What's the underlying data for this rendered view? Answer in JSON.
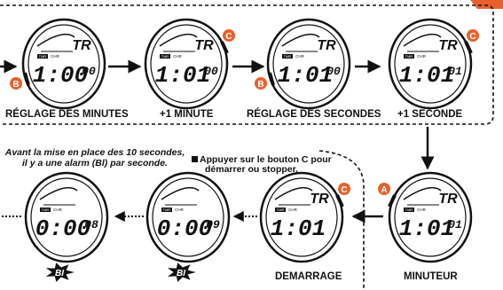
{
  "colors": {
    "accent": "#e8612c",
    "ink": "#111111",
    "lcd": "#ffffff"
  },
  "captions": {
    "minutes_setting": "RÉGLAGE DES MINUTES",
    "plus_one_minute": "+1 MINUTE",
    "seconds_setting": "RÉGLAGE DES SECONDES",
    "plus_one_second": "+1 SECONDE",
    "start": "DEMARRAGE",
    "timer": "MINUTEUR"
  },
  "notes": {
    "countdown_alarm_line1": "Avant la mise en place des 10 secondes,",
    "countdown_alarm_line2": "il y a une alarm (Bl) par seconde.",
    "button_c_line1": "Appuyer sur le bouton C pour",
    "button_c_line2": "démarrer ou stopper."
  },
  "watches": [
    {
      "id": "w1",
      "main": "1:00",
      "small": "00",
      "mode": "TR",
      "button": "B",
      "button_side": "bottom-left"
    },
    {
      "id": "w2",
      "main": "1:01",
      "small": "00",
      "mode": "TR",
      "button": "C",
      "button_side": "top-right"
    },
    {
      "id": "w3",
      "main": "1:01",
      "small": "00",
      "mode": "TR",
      "button": "B",
      "button_side": "bottom-left"
    },
    {
      "id": "w4",
      "main": "1:01",
      "small": "01",
      "mode": "TR",
      "button": "C",
      "button_side": "top-right"
    },
    {
      "id": "w5",
      "main": "1:01",
      "small": "01",
      "mode": "TR",
      "button": "A",
      "button_side": "top-left"
    },
    {
      "id": "w6",
      "main": "1:01",
      "small": "",
      "mode": "TR",
      "button": "C",
      "button_side": "top-right"
    },
    {
      "id": "w7",
      "main": "0:00",
      "small": "09",
      "mode": "",
      "button": "",
      "button_side": ""
    },
    {
      "id": "w8",
      "main": "0:00",
      "small": "08",
      "mode": "",
      "button": "",
      "button_side": ""
    }
  ],
  "lcd_labels": {
    "tmr": "TMR",
    "chr": "CHR"
  },
  "alarm_badge": "BI",
  "button_letters": {
    "a": "A",
    "b": "B",
    "c": "C"
  }
}
